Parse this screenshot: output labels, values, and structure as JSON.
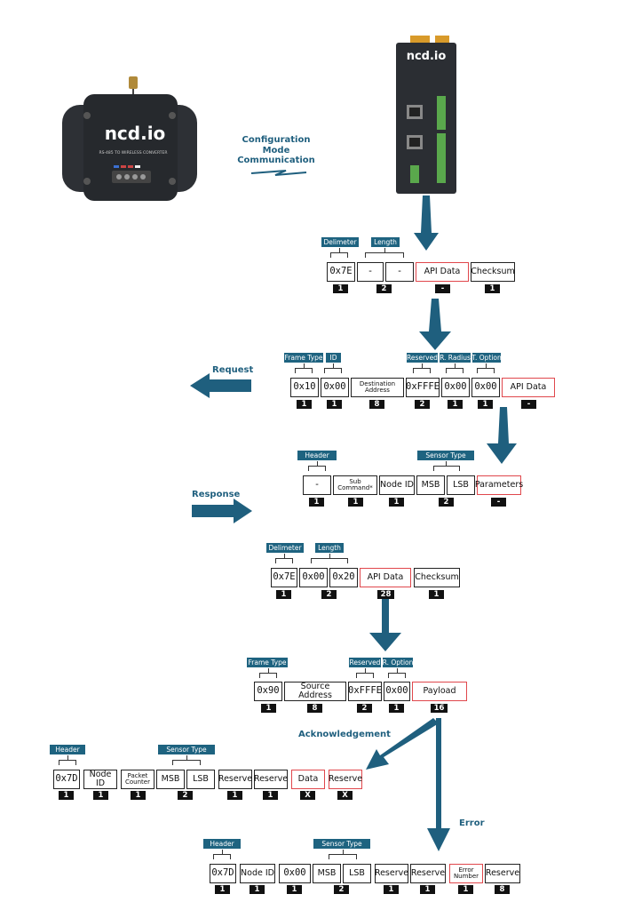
{
  "devices": {
    "sensor": {
      "brand": "ncd.io",
      "subtitle": "RS-485 TO WIRELESS CONVERTER"
    },
    "gateway": {
      "brand": "ncd.io"
    }
  },
  "headings": {
    "config": "Configuration Mode\nCommunication",
    "request": "Request",
    "response": "Response",
    "ack": "Acknowledgement",
    "error": "Error"
  },
  "frame1": {
    "tags": [
      "Delimeter",
      "Length"
    ],
    "cells": [
      "0x7E",
      "-",
      "-",
      "API Data",
      "Checksum"
    ],
    "nums": [
      "1",
      "2",
      "-",
      "1"
    ]
  },
  "frame2": {
    "tags": [
      "Frame Type",
      "ID",
      "Reserved",
      "R. Radius",
      "T. Option"
    ],
    "cells": [
      "0x10",
      "0x00",
      "Destination\nAddress",
      "0xFFFE",
      "0x00",
      "0x00",
      "API Data"
    ],
    "nums": [
      "1",
      "1",
      "8",
      "2",
      "1",
      "1",
      "-"
    ]
  },
  "frame3": {
    "tags": [
      "Header",
      "Sensor Type"
    ],
    "cells": [
      "-",
      "Sub\nCommand*",
      "Node ID",
      "MSB",
      "LSB",
      "Parameters"
    ],
    "nums": [
      "1",
      "1",
      "1",
      "2",
      "-"
    ]
  },
  "frame4": {
    "tags": [
      "Delimeter",
      "Length"
    ],
    "cells": [
      "0x7E",
      "0x00",
      "0x20",
      "API Data",
      "Checksum"
    ],
    "nums": [
      "1",
      "2",
      "28",
      "1"
    ]
  },
  "frame5": {
    "tags": [
      "Frame Type",
      "Reserved",
      "R. Option"
    ],
    "cells": [
      "0x90",
      "Source Address",
      "0xFFFE",
      "0x00",
      "Payload"
    ],
    "nums": [
      "1",
      "8",
      "2",
      "1",
      "16"
    ]
  },
  "frame6": {
    "tags": [
      "Header",
      "Sensor Type"
    ],
    "cells": [
      "0x7D",
      "Node ID",
      "Packet\nCounter",
      "MSB",
      "LSB",
      "Reserve",
      "Reserve",
      "Data",
      "Reserve"
    ],
    "nums": [
      "1",
      "1",
      "1",
      "2",
      "1",
      "1",
      "X",
      "X"
    ]
  },
  "frame7": {
    "tags": [
      "Header",
      "Sensor Type"
    ],
    "cells": [
      "0x7D",
      "Node ID",
      "0x00",
      "MSB",
      "LSB",
      "Reserve",
      "Reserve",
      "Error\nNumber",
      "Reserve"
    ],
    "nums": [
      "1",
      "1",
      "1",
      "2",
      "1",
      "1",
      "1",
      "8"
    ]
  },
  "colors": {
    "accent": "#1e6380",
    "highlight": "#e0474c",
    "arrow": "#1f5f7e"
  }
}
